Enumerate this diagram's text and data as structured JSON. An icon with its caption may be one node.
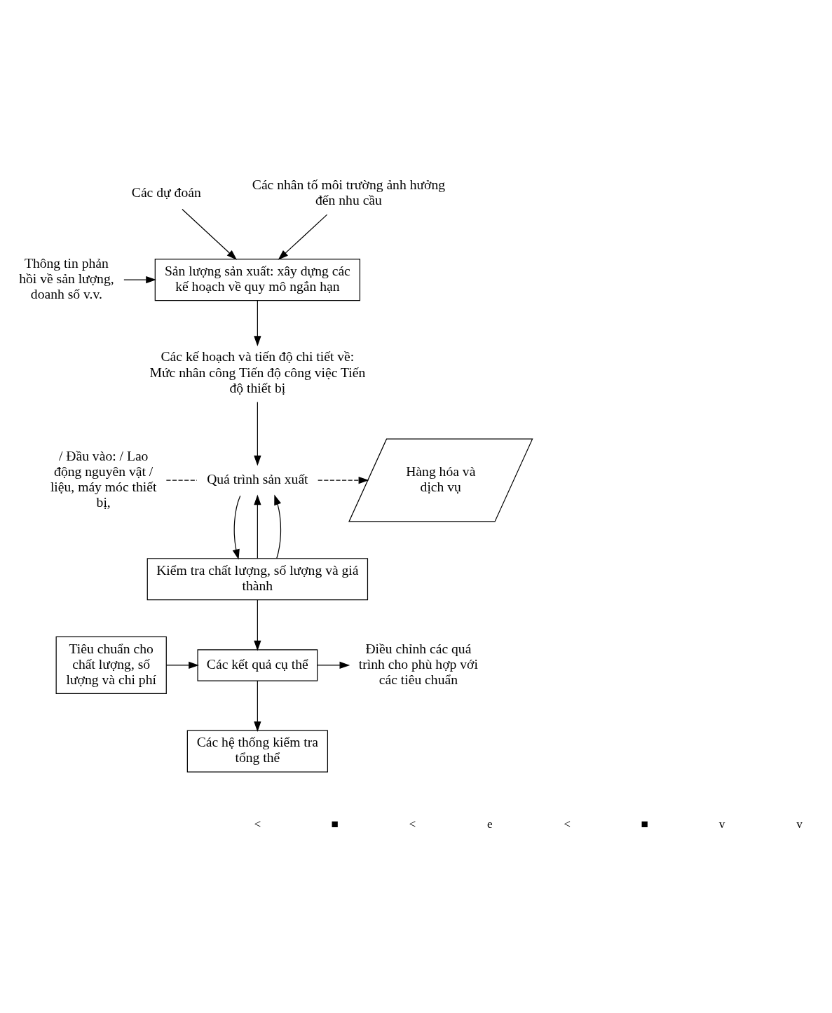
{
  "diagram": {
    "nodes": [
      {
        "text": [
          "Các dự đoán"
        ]
      },
      {
        "text": [
          "Các nhân tố môi trường ảnh hưởng đến nhu cầu"
        ]
      },
      {
        "text": [
          "Sản lượng sản xuất: xây dựng các kế hoạch về quy mô ngắn hạn"
        ]
      },
      {
        "text": [
          "Thông tin phản hồi về sản lượng, doanh số v.v."
        ]
      },
      {
        "text": [
          "Các kế hoạch và tiến độ chi tiết về: Mức nhân công Tiến độ công việc Tiến độ thiết bị"
        ]
      },
      {
        "text": [
          "/ Đầu vào: / Lao động nguyên vật / liệu, máy móc thiết bị,"
        ]
      },
      {
        "text": [
          "Quá trình sản xuất"
        ]
      },
      {
        "text": [
          "Hàng hóa và dịch vụ"
        ]
      },
      {
        "text": [
          "Kiểm tra chất lượng, số lượng và giá thành"
        ]
      },
      {
        "text": [
          "Các kết quả cụ thể"
        ]
      },
      {
        "text": [
          "Tiêu chuẩn cho chất lượng, số lượng và chi phí"
        ]
      },
      {
        "text": [
          "Điều chỉnh các quá trình cho phù hợp với các tiêu chuẩn"
        ]
      },
      {
        "text": [
          "Các hệ thống kiểm tra tổng thể"
        ]
      }
    ],
    "edges": [
      {
        "from": 0,
        "to": 2,
        "arrow": "to"
      },
      {
        "from": 1,
        "to": 2,
        "arrow": "to"
      },
      {
        "from": 3,
        "to": 2,
        "arrow": "to"
      },
      {
        "from": 2,
        "to": 4,
        "arrow": "to"
      },
      {
        "from": 4,
        "to": 6,
        "arrow": "to"
      },
      {
        "from": 5,
        "to": 6,
        "arrow": "none",
        "style": "dashed"
      },
      {
        "from": 6,
        "to": 7,
        "arrow": "to",
        "style": "dashed"
      },
      {
        "from": 6,
        "to": 8,
        "arrow": "to"
      },
      {
        "from": 8,
        "to": 6,
        "arrow": "to"
      },
      {
        "from": 8,
        "to": 6,
        "arrow": "to"
      },
      {
        "from": 8,
        "to": 9,
        "arrow": "to"
      },
      {
        "from": 10,
        "to": 9,
        "arrow": "to"
      },
      {
        "from": 9,
        "to": 11,
        "arrow": "to"
      },
      {
        "from": 9,
        "to": 12,
        "arrow": "to"
      }
    ],
    "labels": [
      "<",
      "■",
      "<",
      "e",
      "<",
      "■",
      "v",
      "v"
    ]
  }
}
